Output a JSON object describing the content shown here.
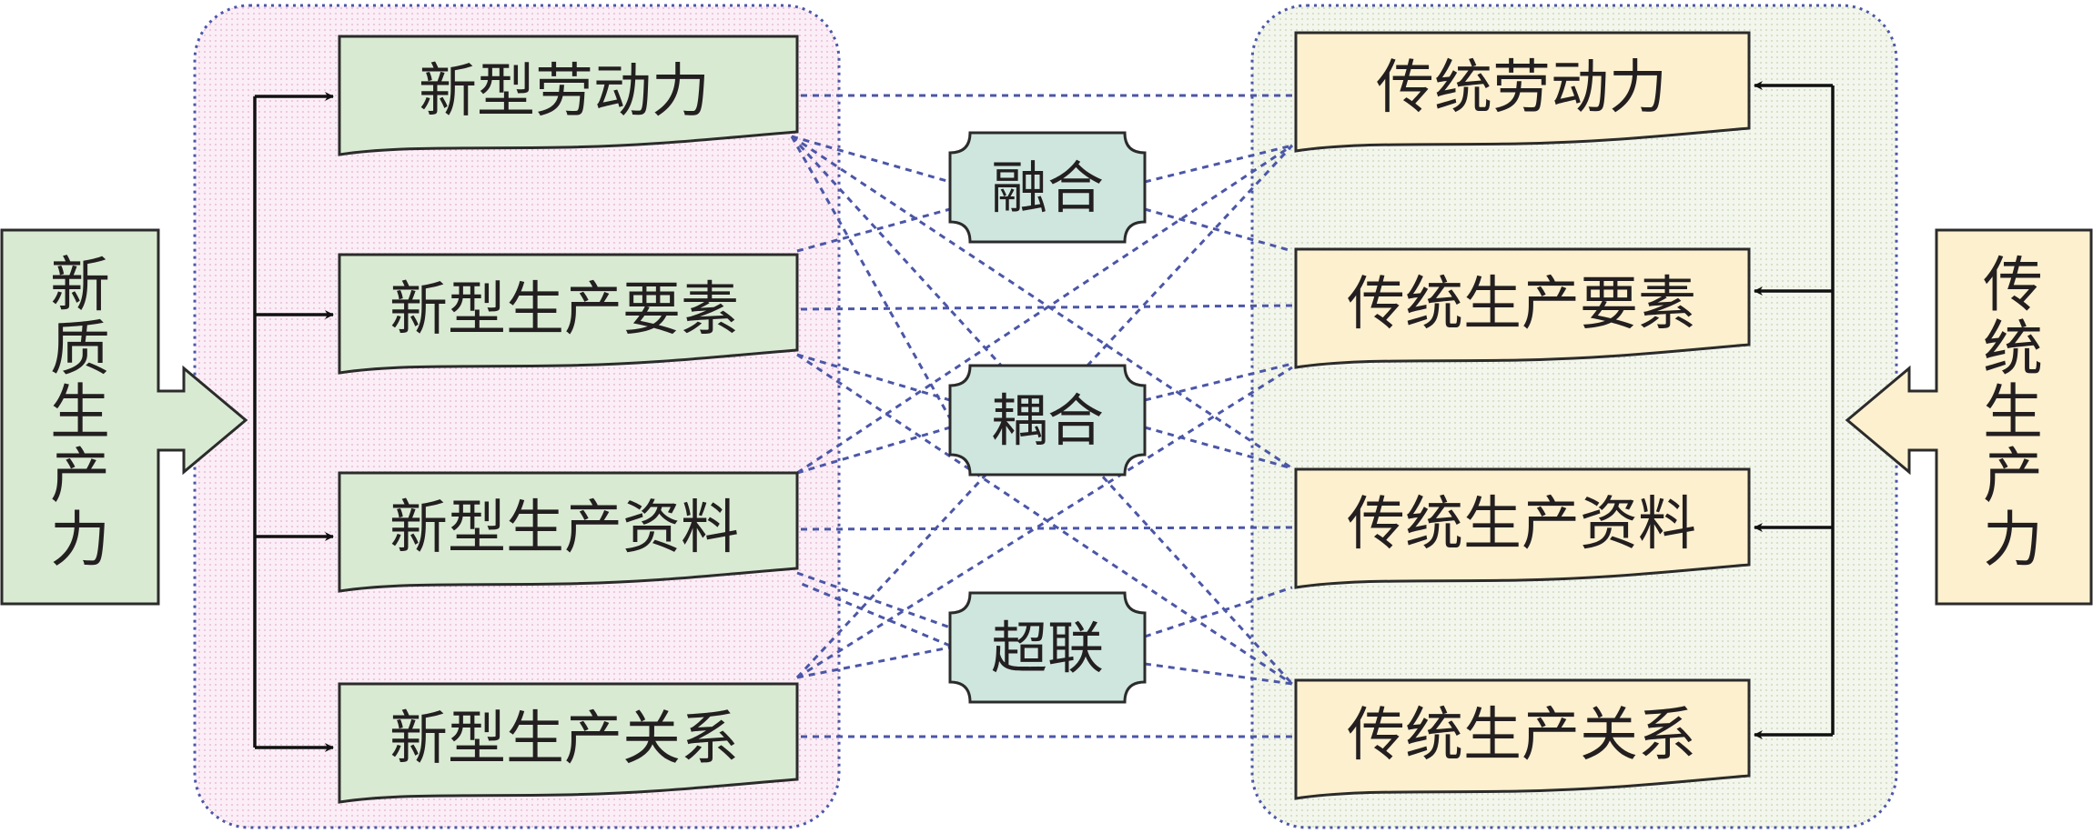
{
  "left_source": {
    "chars": [
      "新",
      "质",
      "生",
      "产",
      "力"
    ]
  },
  "right_source": {
    "chars": [
      "传",
      "统",
      "生",
      "产",
      "力"
    ]
  },
  "new_items": [
    "新型劳动力",
    "新型生产要素",
    "新型生产资料",
    "新型生产关系"
  ],
  "old_items": [
    "传统劳动力",
    "传统生产要素",
    "传统生产资料",
    "传统生产关系"
  ],
  "relations": [
    "融合",
    "耦合",
    "超联"
  ],
  "colors": {
    "new_box": "#d9ead3",
    "old_box": "#fdf0cf",
    "relation_box": "#cfe6df",
    "dashed_link": "#4b56a8",
    "left_panel_tint": "#f6e3ef",
    "right_panel_tint": "#eef2e6"
  }
}
